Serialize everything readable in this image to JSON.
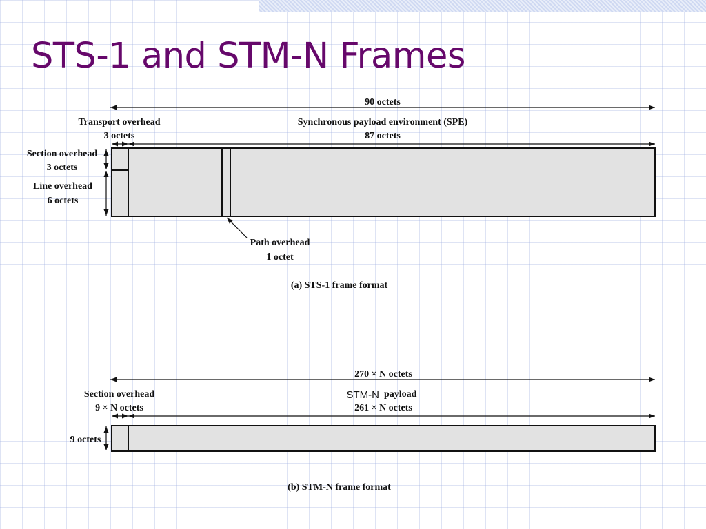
{
  "slide": {
    "title": "STS-1 and STM-N Frames"
  },
  "colors": {
    "title": "#66086b",
    "frame_fill": "#e2e2e2",
    "grid": "#a0b0e1"
  },
  "sts1": {
    "total_width": "90 octets",
    "transport_overhead": "Transport overhead",
    "transport_octets": "3 octets",
    "spe": "Synchronous payload environment (SPE)",
    "spe_octets": "87 octets",
    "section_overhead": "Section overhead",
    "section_octets": "3 octets",
    "line_overhead": "Line overhead",
    "line_octets": "6 octets",
    "path_overhead": "Path overhead",
    "path_octets": "1 octet",
    "caption": "(a) STS-1 frame format"
  },
  "stmn": {
    "total_width": "270 × N octets",
    "section_overhead": "Section overhead",
    "section_octets": "9 × N octets",
    "payload_prefix": "STM-N",
    "payload_suffix": "payload",
    "payload_octets": "261 × N octets",
    "rows": "9 octets",
    "caption": "(b) STM-N frame format"
  }
}
